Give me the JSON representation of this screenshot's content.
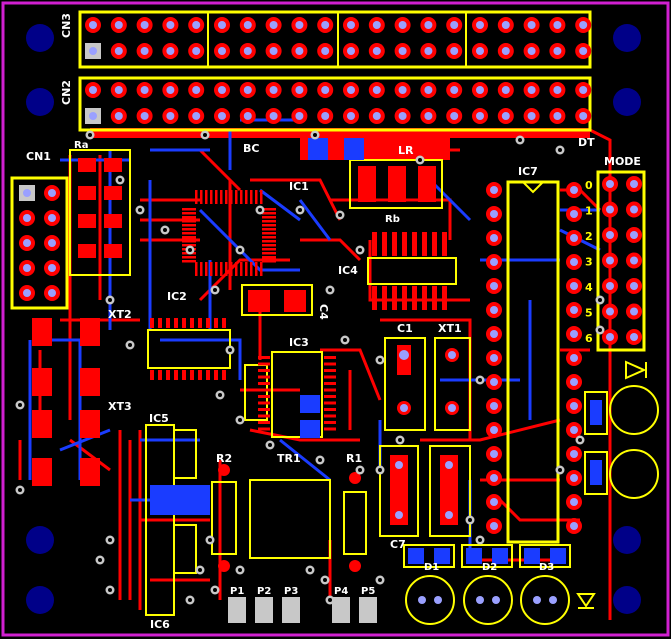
{
  "colors": {
    "background": "#000000",
    "top_copper": "#ff0000",
    "bottom_copper": "#1a3cff",
    "silkscreen": "#ffff00",
    "outline": "#d020d0",
    "mounting_hole": "#000088",
    "pad_hole": "#9aa0ff",
    "pad_gray": "#c8c8c8",
    "silk_label": "#ffffff"
  },
  "labels": {
    "cn3": "CN3",
    "cn2": "CN2",
    "cn1": "CN1",
    "bc": "BC",
    "lr": "LR",
    "dt": "DT",
    "ic1": "IC1",
    "ic2": "IC2",
    "ic3": "IC3",
    "ic4": "IC4",
    "ic5": "IC5",
    "ic6": "IC6",
    "ic7": "IC7",
    "xt1": "XT1",
    "xt2": "XT2",
    "xt3": "XT3",
    "c1": "C1",
    "c4": "C4",
    "c7": "C7",
    "r2": "R2",
    "r1": "R1",
    "tr1": "TR1",
    "mode": "MODE",
    "p1": "P1",
    "p2": "P2",
    "p3": "P3",
    "p4": "P4",
    "p5": "P5",
    "d1": "D1",
    "d2": "D2",
    "d3": "D3",
    "ra": "Ra",
    "rb": "Rb"
  },
  "mode_numbers": [
    "0",
    "1",
    "2",
    "3",
    "4",
    "5",
    "6"
  ]
}
